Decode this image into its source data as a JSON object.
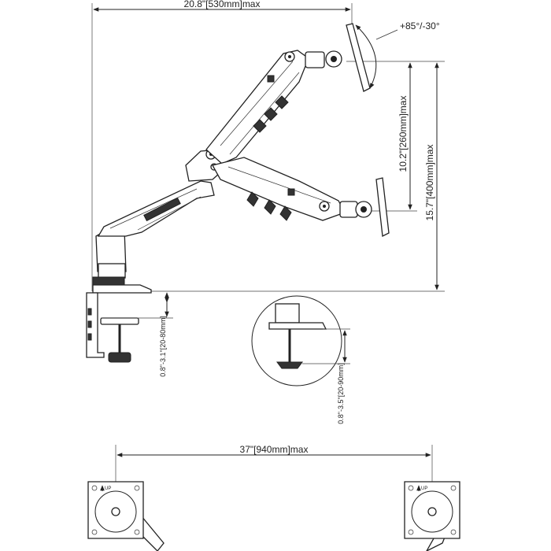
{
  "dimensions": {
    "reach": "20.8\"[530mm]max",
    "tilt": "+85°/-30°",
    "height_mid": "10.2\"[260mm]max",
    "height_full": "15.7\"[400mm]max",
    "clamp_range": "0.8\"-3.1\"[20-80mm]",
    "grommet_range": "0.8\"-3.5\"[20-90mm]",
    "span": "37\"[940mm]max"
  },
  "vesa_plates": {
    "up_label": "UP"
  }
}
